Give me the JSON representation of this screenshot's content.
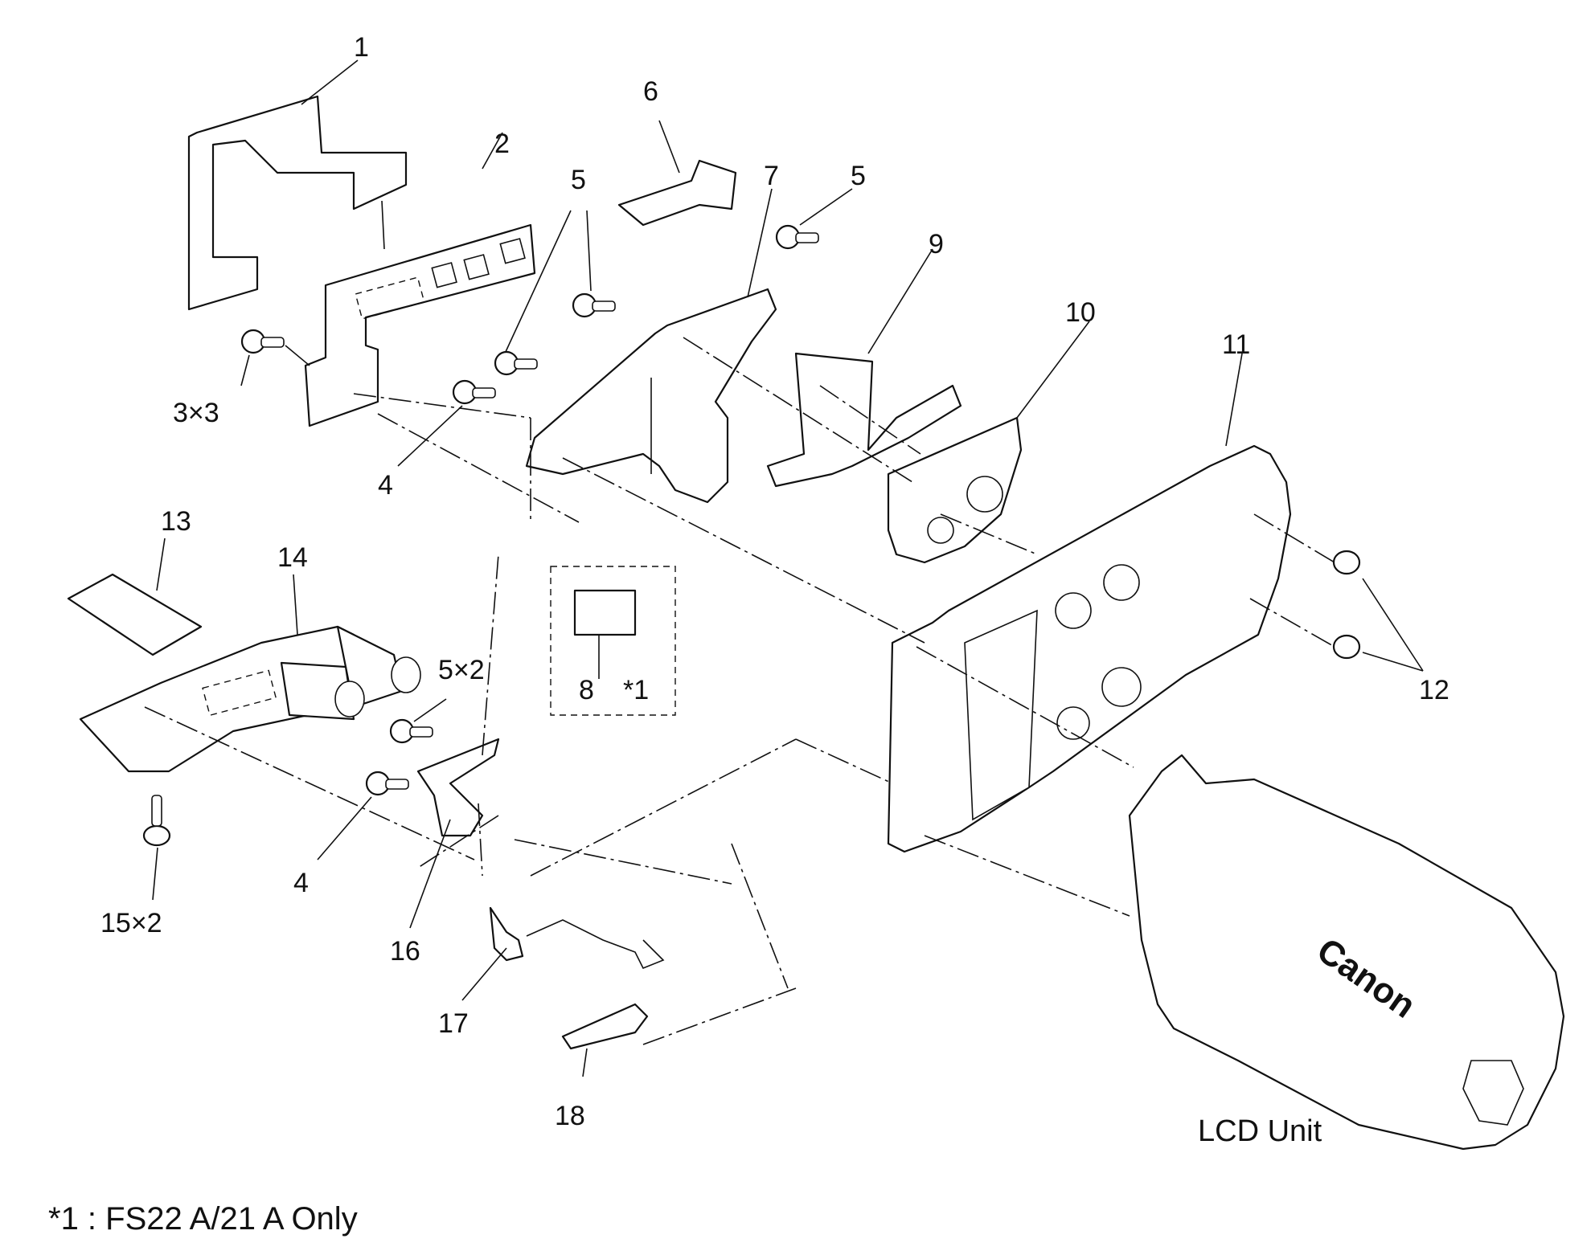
{
  "diagram": {
    "callouts": {
      "c1": "1",
      "c2": "2",
      "c3": "3×3",
      "c4a": "4",
      "c4b": "4",
      "c5a": "5",
      "c5b": "5",
      "c5c": "5×2",
      "c6": "6",
      "c7": "7",
      "c8": "8",
      "c8note": "*1",
      "c9": "9",
      "c10": "10",
      "c11": "11",
      "c12": "12",
      "c13": "13",
      "c14": "14",
      "c15": "15×2",
      "c16": "16",
      "c17": "17",
      "c18": "18"
    },
    "lcd_label": "LCD Unit",
    "logo_text": "Canon",
    "footnote": "*1 : FS22 A/21 A Only"
  }
}
